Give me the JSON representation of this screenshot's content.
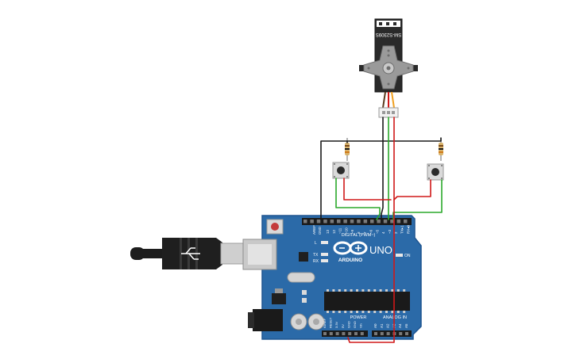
{
  "servo": {
    "model_label": "SM-S2309S"
  },
  "arduino": {
    "brand_label": "ARDUINO",
    "model_label": "UNO",
    "digital_header_label": "DIGITAL (PWM~)",
    "power_header_label": "POWER",
    "analog_header_label": "ANALOG IN",
    "on_label": "ON",
    "led_l_label": "L",
    "led_tx_label": "TX",
    "led_rx_label": "RX",
    "aref_label": "AREF",
    "gnd_label": "GND",
    "digital_pin_labels": [
      "13",
      "12",
      "~11",
      "~10",
      "~9",
      "8",
      "7",
      "~6",
      "~5",
      "4",
      "~3",
      "2",
      "TX▸1",
      "RX◂0"
    ],
    "power_pin_labels": [
      "IOREF",
      "RESET",
      "3.3V",
      "5V",
      "GND",
      "GND",
      "Vin"
    ],
    "analog_pin_labels": [
      "A0",
      "A1",
      "A2",
      "A3",
      "A4",
      "A5"
    ]
  },
  "components": {
    "left_resistor": "resistor",
    "right_resistor": "resistor",
    "left_button": "pushbutton",
    "right_button": "pushbutton",
    "usb_cable": "usb-b-cable"
  },
  "colors": {
    "board": "#2b6aa8",
    "board_edge": "#1f5590",
    "wire_black": "#1a1a1a",
    "wire_red": "#d01818",
    "wire_green": "#2aa82a",
    "servo_body": "#2a2a2a",
    "horn": "#9a9a9a"
  }
}
